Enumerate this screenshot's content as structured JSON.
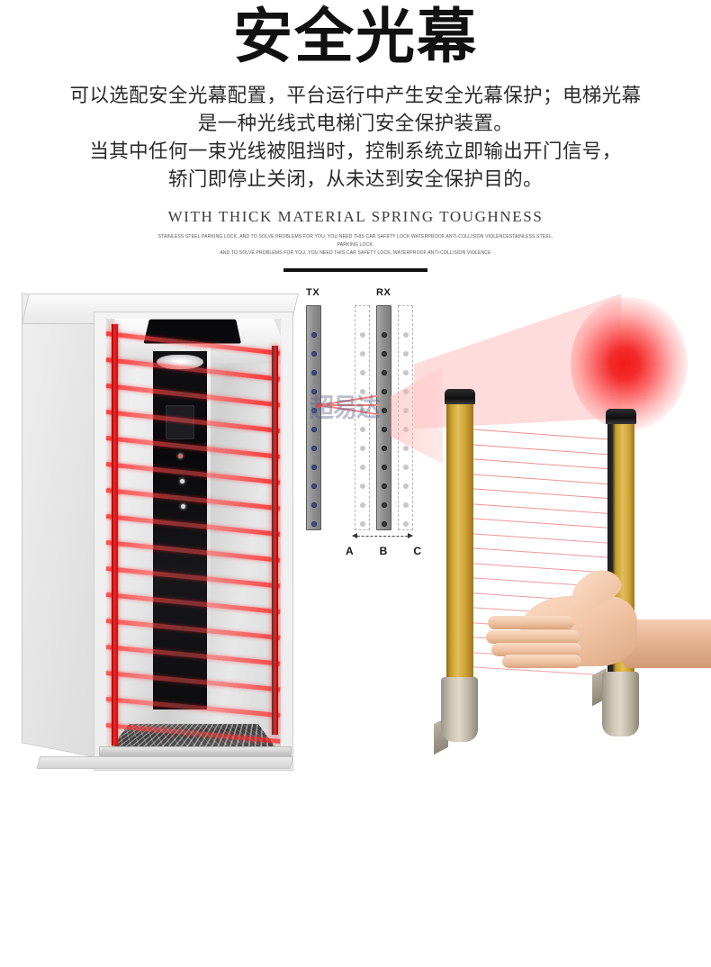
{
  "header": {
    "title": "安全光幕",
    "description_lines": [
      "可以选配安全光幕配置，平台运行中产生安全光幕保护；电梯光幕",
      "是一种光线式电梯门安全保护装置。",
      "当其中任何一束光线被阻挡时，控制系统立即输出开门信号，",
      "轿门即停止关闭，从未达到安全保护目的。"
    ],
    "tagline": "WITH THICK MATERIAL SPRING TOUGHNESS",
    "fineprint_lines": [
      "STAINLESS STEEL PARKING LOCK, AND TO SOLVE PROBLEMS FOR YOU, YOU NEED THIS CAR SAFETY LOCK WATERPROOF ANTI-COLLISION VIOLENCESTAINLESS STEEL, PARKING LOCK,",
      "AND TO SOLVE PROBLEMS FOR YOU, YOU NEED THIS CAR SAFETY LOCK, WATERPROOF ANTI-COLLISION VIOLENCE"
    ]
  },
  "schematic": {
    "tx_label": "TX",
    "rx_label": "RX",
    "zone_labels": [
      "A",
      "B",
      "C"
    ],
    "watermark": "超易达",
    "tx_emitter_count": 11,
    "rx_receiver_count": 11
  },
  "illustration": {
    "cabin_beam_count": 16,
    "curtain_beam_count": 17,
    "cabin_alt": "电梯轿厢内红色光幕光线",
    "posts_alt": "黄色安全光幕立柱与手部遮挡演示"
  },
  "colors": {
    "beam_red": "#ff2020",
    "glow_red": "#f01b1b",
    "post_yellow": "#cfa233",
    "post_cap_black": "#101010",
    "post_foot_grey": "#ded8c9",
    "bar_grey": "#8e8e8e",
    "tx_dot_blue": "#3d4f8c",
    "rx_dot_dark": "#3a3a3a",
    "text_dark": "#1a1a1a",
    "background": "#ffffff"
  }
}
